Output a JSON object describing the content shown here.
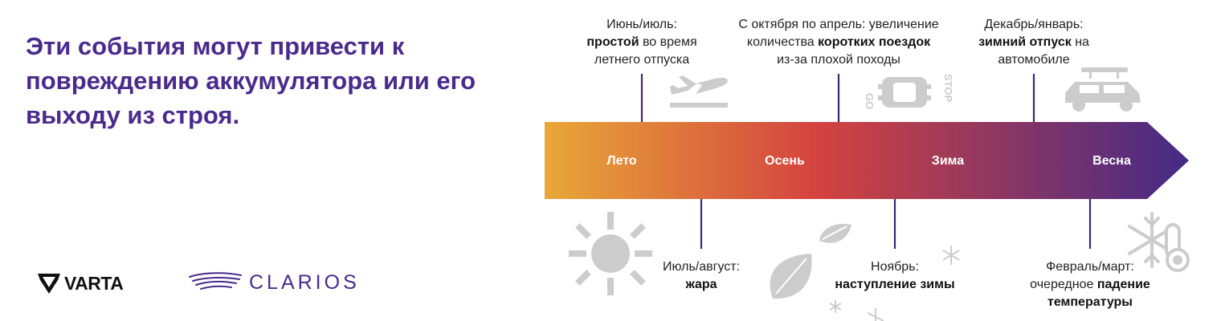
{
  "headline": "Эти события могут привести к повреждению аккумулятора или его выходу из строя.",
  "logos": {
    "varta": "VARTA",
    "clarios": "CLARIOS"
  },
  "seasons": [
    "Лето",
    "Осень",
    "Зима",
    "Весна"
  ],
  "events_top": [
    {
      "line1": "Июнь/июль:",
      "bold": "простой",
      "rest": " во время",
      "line3": "летнего отпуска"
    },
    {
      "line1": "С октября по апрель: увеличение",
      "pre": "количества ",
      "bold": "коротких поездок",
      "line3": "из-за плохой походы"
    },
    {
      "line1": "Декабрь/январь:",
      "bold": "зимний отпуск",
      "rest": " на",
      "line3": "автомобиле"
    }
  ],
  "events_bottom": [
    {
      "line1": "Июль/август:",
      "bold": "жара"
    },
    {
      "line1": "Ноябрь:",
      "bold": "наступление зимы"
    },
    {
      "line1": "Февраль/март:",
      "pre": "очередное ",
      "bold": "падение",
      "bold2": "температуры"
    }
  ],
  "icon_labels": {
    "stop": "STOP",
    "go": "GO"
  },
  "colors": {
    "brand_purple": "#4a2a8c",
    "gradient_start": "#e8a838",
    "gradient_mid": "#d4433f",
    "gradient_end": "#442a86",
    "icon_gray": "#cccccc"
  },
  "icons": [
    "airplane-takeoff-icon",
    "car-stop-go-icon",
    "car-roof-rack-icon",
    "sun-icon",
    "leaf-icon",
    "snowflake-icon",
    "snowflake-thermometer-icon"
  ]
}
